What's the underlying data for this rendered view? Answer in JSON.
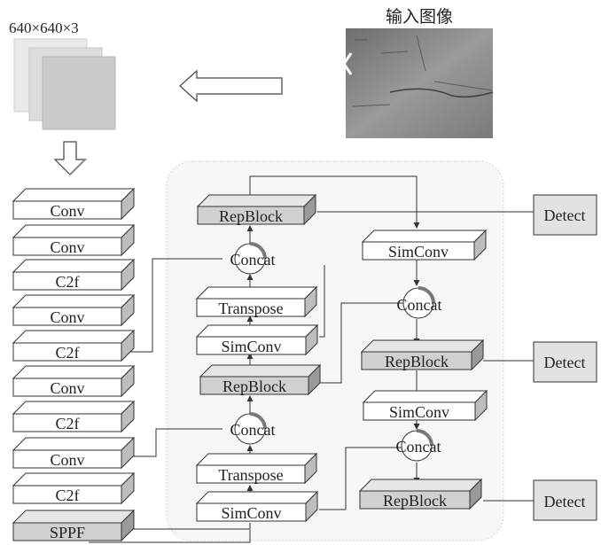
{
  "input": {
    "title": "输入图像",
    "dims": "640×640×3"
  },
  "backbone": [
    "Conv",
    "Conv",
    "C2f",
    "Conv",
    "C2f",
    "Conv",
    "C2f",
    "Conv",
    "C2f",
    "SPPF"
  ],
  "neck_left": {
    "top_repblock": "RepBlock",
    "concat_1": "Concat",
    "transpose_1": "Transpose",
    "simconv_1": "SimConv",
    "repblock_mid": "RepBlock",
    "concat_2": "Concat",
    "transpose_2": "Transpose",
    "simconv_2": "SimConv"
  },
  "neck_right": {
    "simconv_1": "SimConv",
    "concat_1": "Concat",
    "repblock_1": "RepBlock",
    "simconv_2": "SimConv",
    "concat_2": "Concat",
    "repblock_2": "RepBlock"
  },
  "heads": [
    "Detect",
    "Detect",
    "Detect"
  ],
  "colors": {
    "block_light": "#ffffff",
    "block_dark": "#d0d0d0",
    "panel_bg": "#f6f6f9",
    "line": "#333333"
  }
}
